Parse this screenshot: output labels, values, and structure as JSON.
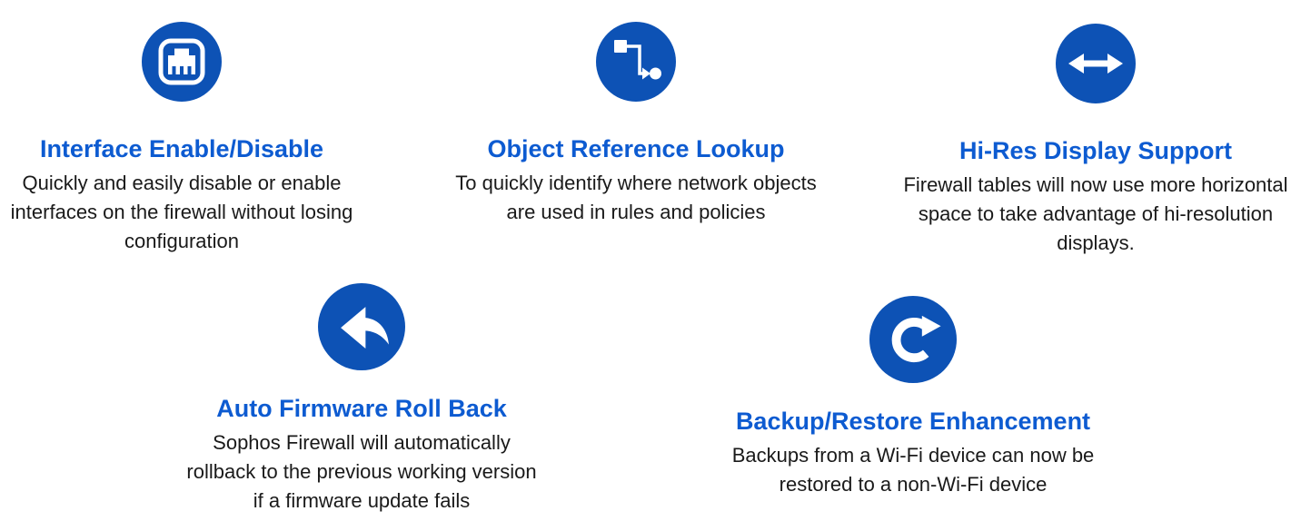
{
  "colors": {
    "background": "#ffffff",
    "icon_background": "#0d52b5",
    "icon_glyph": "#ffffff",
    "heading_text": "#0d5bd1",
    "body_text": "#1a1a1a"
  },
  "features": [
    {
      "icon": "ethernet-port-icon",
      "title": "Interface Enable/Disable",
      "description": "Quickly and easily disable or enable interfaces on the firewall without losing configuration"
    },
    {
      "icon": "object-reference-icon",
      "title": "Object Reference Lookup",
      "description": "To quickly identify where network objects are used in rules and policies"
    },
    {
      "icon": "horizontal-double-arrow-icon",
      "title": "Hi-Res Display Support",
      "description": "Firewall tables will now use more horizontal space to take advantage of hi-resolution displays."
    },
    {
      "icon": "rollback-arrow-icon",
      "title": "Auto Firmware Roll Back",
      "description": "Sophos Firewall will automatically rollback to the previous working version if a firmware update fails"
    },
    {
      "icon": "refresh-arrow-icon",
      "title": "Backup/Restore Enhancement",
      "description": "Backups from a Wi-Fi device can now be restored to a non-Wi-Fi device"
    }
  ]
}
